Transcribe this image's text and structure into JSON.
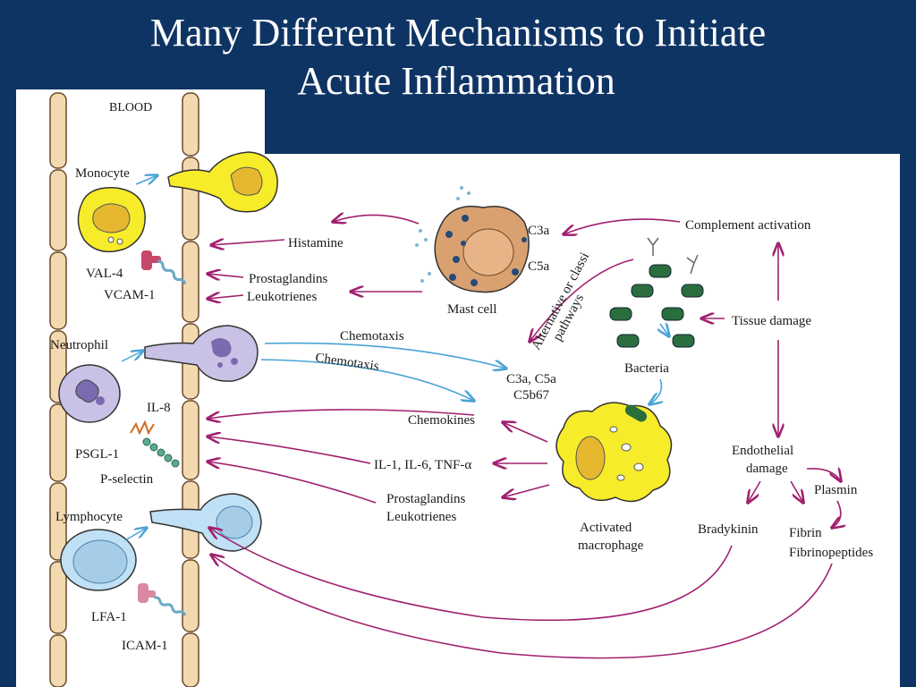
{
  "slide": {
    "title_line1": "Many Different Mechanisms to Initiate",
    "title_line2": "Acute Inflammation"
  },
  "labels": {
    "blood": "BLOOD",
    "monocyte": "Monocyte",
    "val4": "VAL-4",
    "vcam1": "VCAM-1",
    "neutrophil": "Neutrophil",
    "il8": "IL-8",
    "psgl1": "PSGL-1",
    "pselectin": "P-selectin",
    "lymphocyte": "Lymphocyte",
    "lfa1": "LFA-1",
    "icam1": "ICAM-1",
    "histamine": "Histamine",
    "prostaglandins1": "Prostaglandins",
    "leukotrienes1": "Leukotrienes",
    "mast_cell": "Mast cell",
    "c3a": "C3a",
    "c5a": "C5a",
    "complement_activation": "Complement activation",
    "pathway_line1": "Alternative or classi",
    "pathway_line2": "pathways",
    "tissue_damage": "Tissue damage",
    "bacteria": "Bacteria",
    "chemotaxis1": "Chemotaxis",
    "chemotaxis2": "Chemotaxis",
    "c3a_c5a": "C3a, C5a",
    "c5b67": "C5b67",
    "chemokines": "Chemokines",
    "cytokines": "IL-1, IL-6, TNF-α",
    "prostaglandins2": "Prostaglandins",
    "leukotrienes2": "Leukotrienes",
    "activated": "Activated",
    "macrophage": "macrophage",
    "endothelial": "Endothelial",
    "damage": "damage",
    "plasmin": "Plasmin",
    "bradykinin": "Bradykinin",
    "fibrin": "Fibrin",
    "fibrinopeptides": "Fibrinopeptides"
  },
  "colors": {
    "background": "#0e3464",
    "arrow_magenta": "#a0206e",
    "arrow_blue": "#4aa3d6",
    "cell_yellow": "#f7ec2a",
    "cell_lavender": "#c9c2e6",
    "cell_blue": "#bfe0f5",
    "mast_cell": "#d9a070",
    "bacteria_green": "#2a6e3e",
    "vessel_tan": "#f3d9b0"
  }
}
